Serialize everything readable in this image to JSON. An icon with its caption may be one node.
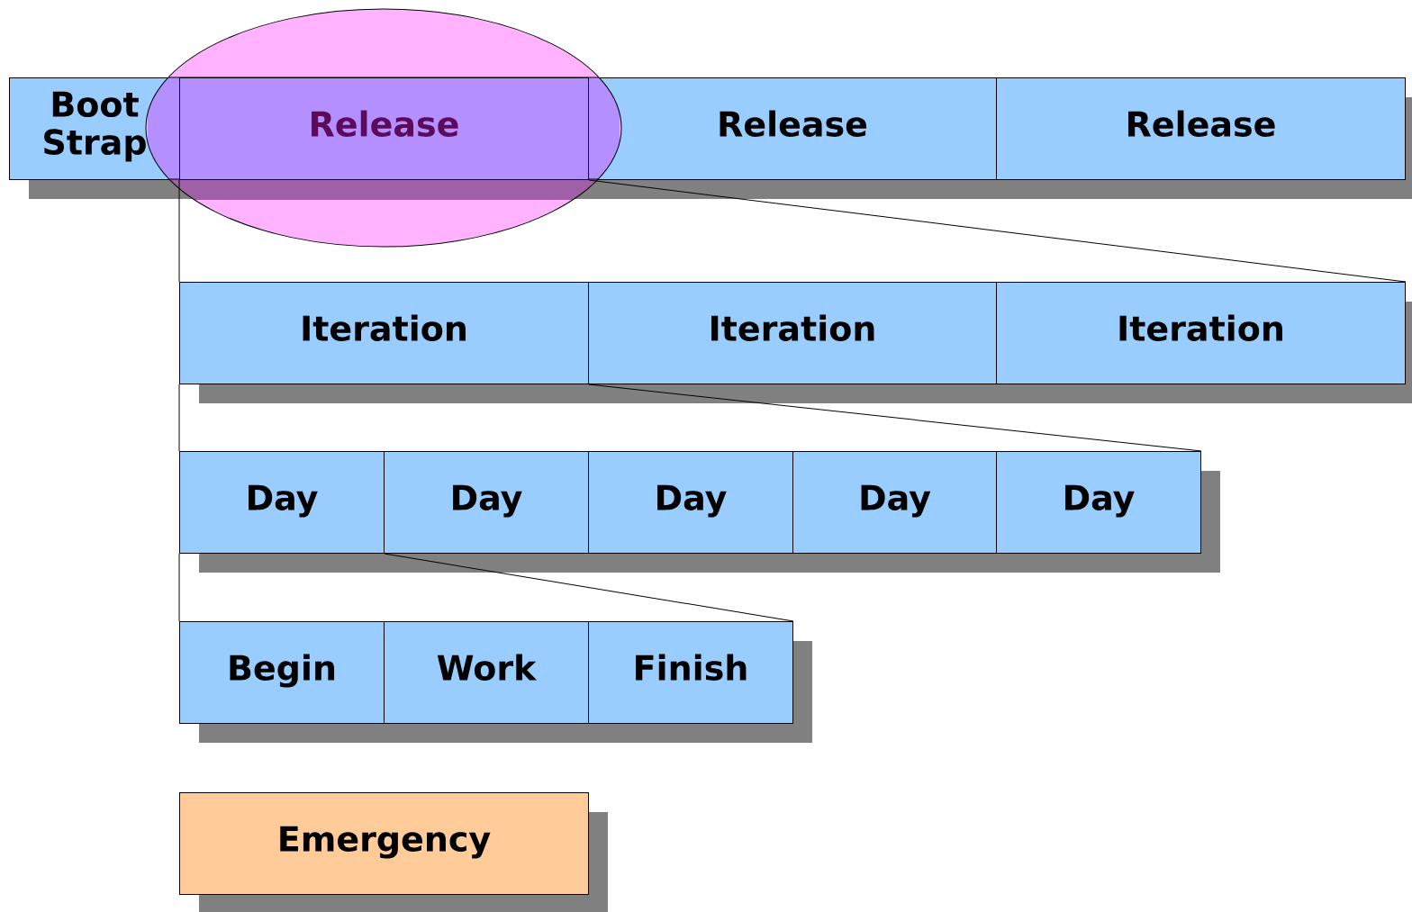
{
  "diagram": {
    "nodes": [
      {
        "text": [
          "Boot Strap"
        ]
      },
      {
        "text": [],
        "shape": "ellipse"
      },
      {
        "text": [
          "Release"
        ],
        "in": 1
      },
      {
        "text": [
          "Release"
        ]
      },
      {
        "text": [
          "Release"
        ]
      },
      {
        "text": [
          "Iteration"
        ]
      },
      {
        "text": [
          "Iteration"
        ]
      },
      {
        "text": [
          "Iteration"
        ]
      },
      {
        "text": [
          "Day"
        ]
      },
      {
        "text": [
          "Day"
        ]
      },
      {
        "text": [
          "Day"
        ]
      },
      {
        "text": [
          "Day"
        ]
      },
      {
        "text": [
          "Day"
        ]
      },
      {
        "text": [
          "Begin"
        ]
      },
      {
        "text": [
          "Work"
        ]
      },
      {
        "text": [
          "Finish"
        ]
      },
      {
        "text": [
          "Emergency"
        ]
      }
    ],
    "edges": [
      {
        "from": 2,
        "to": 5,
        "arrow": "none"
      },
      {
        "from": 2,
        "to": 7,
        "arrow": "none"
      },
      {
        "from": 5,
        "to": 8,
        "arrow": "none"
      },
      {
        "from": 5,
        "to": 12,
        "arrow": "none"
      },
      {
        "from": 8,
        "to": 13,
        "arrow": "none"
      },
      {
        "from": 8,
        "to": 15,
        "arrow": "none"
      }
    ]
  }
}
